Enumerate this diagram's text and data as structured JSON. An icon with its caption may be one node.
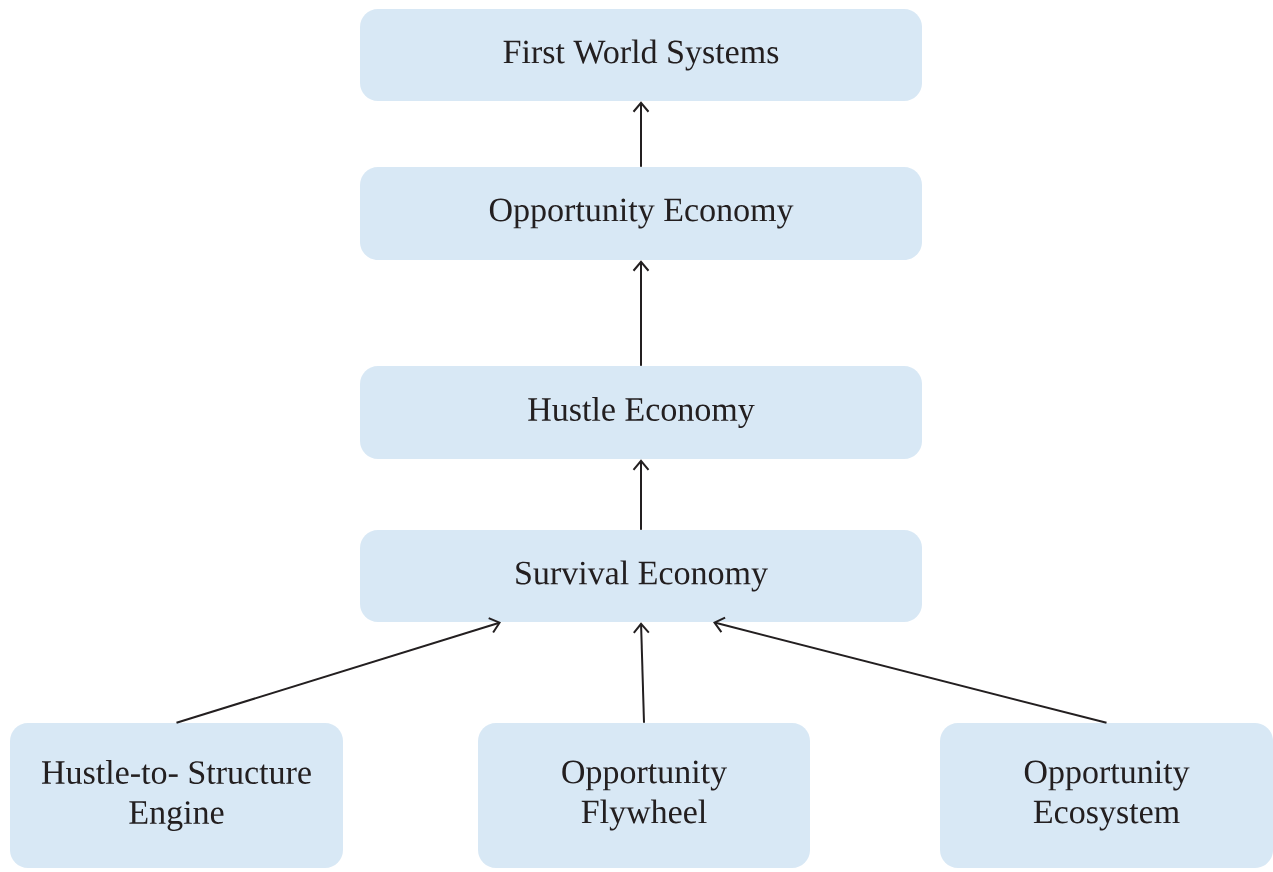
{
  "diagram": {
    "nodes": [
      {
        "text": [
          "First World Systems"
        ]
      },
      {
        "text": [
          "Opportunity Economy"
        ]
      },
      {
        "text": [
          "Hustle Economy"
        ]
      },
      {
        "text": [
          "Survival Economy"
        ]
      },
      {
        "text": [
          "Hustle-to- Structure Engine"
        ]
      },
      {
        "text": [
          "Opportunity Flywheel"
        ]
      },
      {
        "text": [
          "Opportunity Ecosystem"
        ]
      }
    ],
    "edges": [
      {
        "from": 1,
        "to": 0,
        "arrow": "to"
      },
      {
        "from": 2,
        "to": 1,
        "arrow": "to"
      },
      {
        "from": 3,
        "to": 2,
        "arrow": "to"
      },
      {
        "from": 4,
        "to": 3,
        "arrow": "to"
      },
      {
        "from": 5,
        "to": 3,
        "arrow": "to"
      },
      {
        "from": 6,
        "to": 3,
        "arrow": "to"
      }
    ]
  }
}
